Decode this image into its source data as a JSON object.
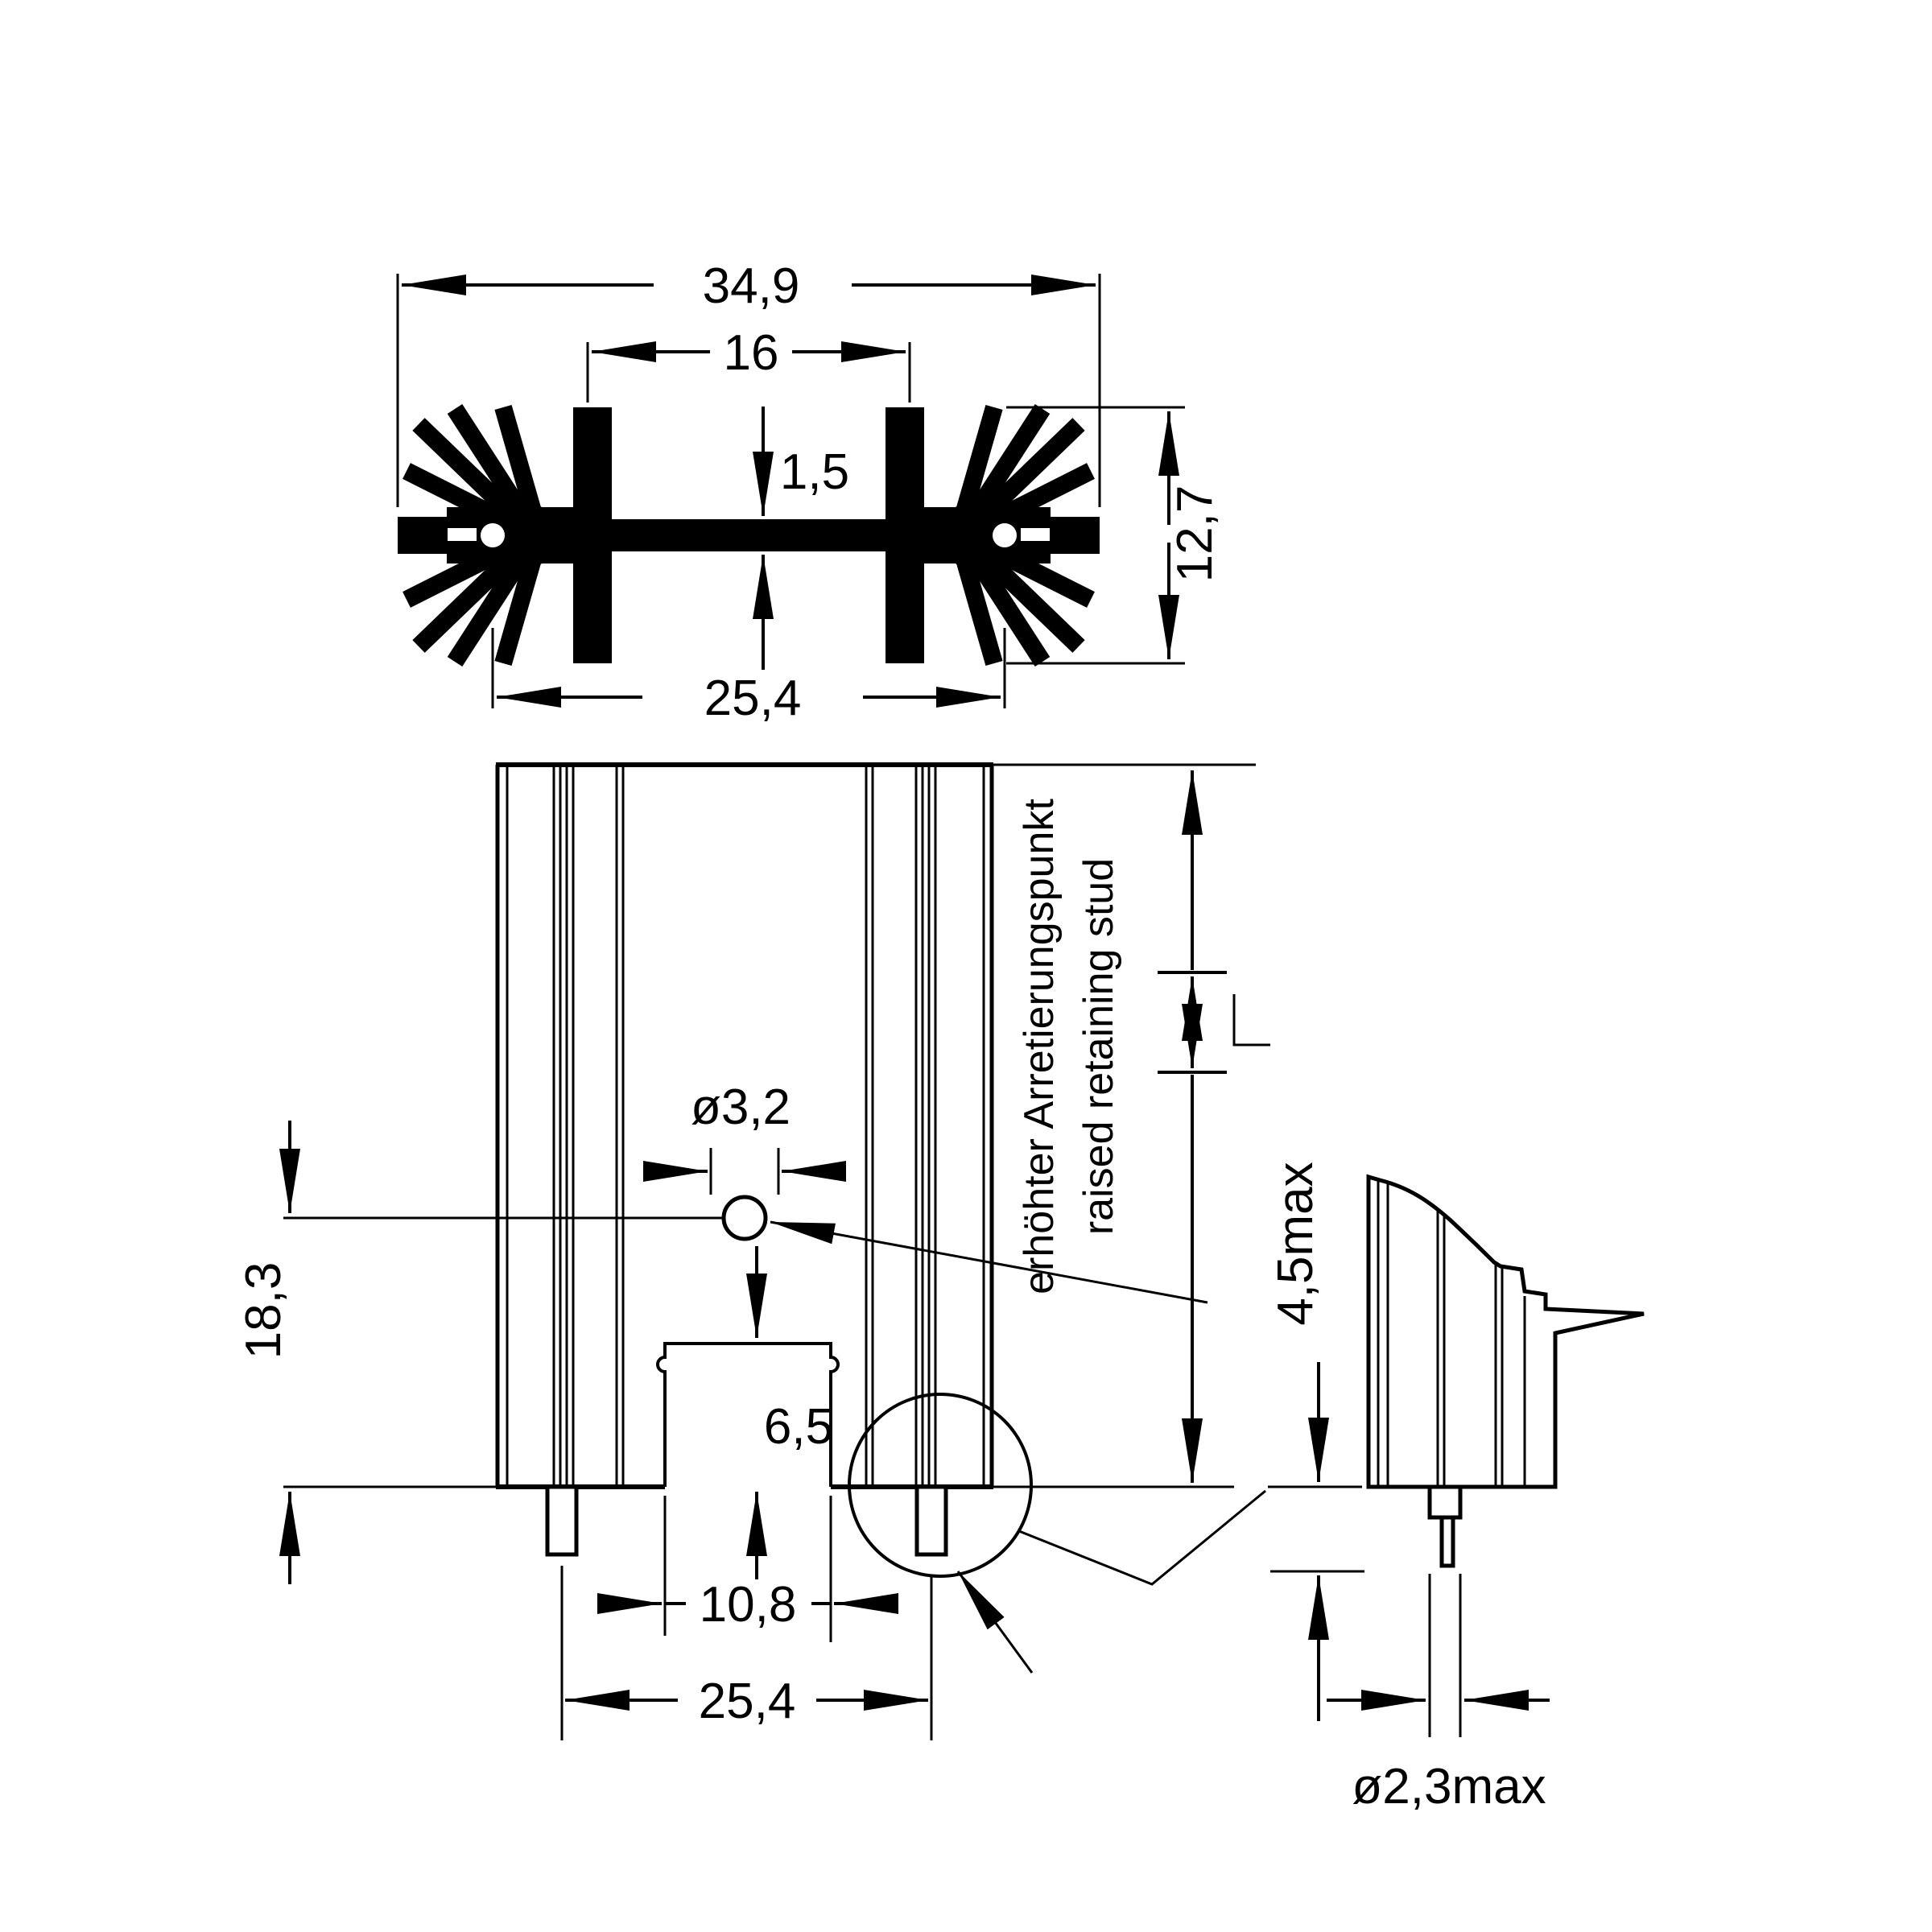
{
  "colors": {
    "line": "#000000",
    "background": "#ffffff"
  },
  "dims": {
    "top": {
      "overall_width": "34,9",
      "fin_gap": "16",
      "web_thickness": "1,5",
      "profile_height": "12,7",
      "base_width": "25,4"
    },
    "front": {
      "hole_dia": "ø3,2",
      "hole_height": "18,3",
      "cutout_height": "6,5",
      "cutout_width": "10,8",
      "stud_pitch": "25,4"
    },
    "side": {
      "stud_length": "4,5max",
      "stud_dia": "ø2,3max"
    }
  },
  "annotation": {
    "de": "erhöhter Arretierungspunkt",
    "en": "raised retaining stud"
  }
}
